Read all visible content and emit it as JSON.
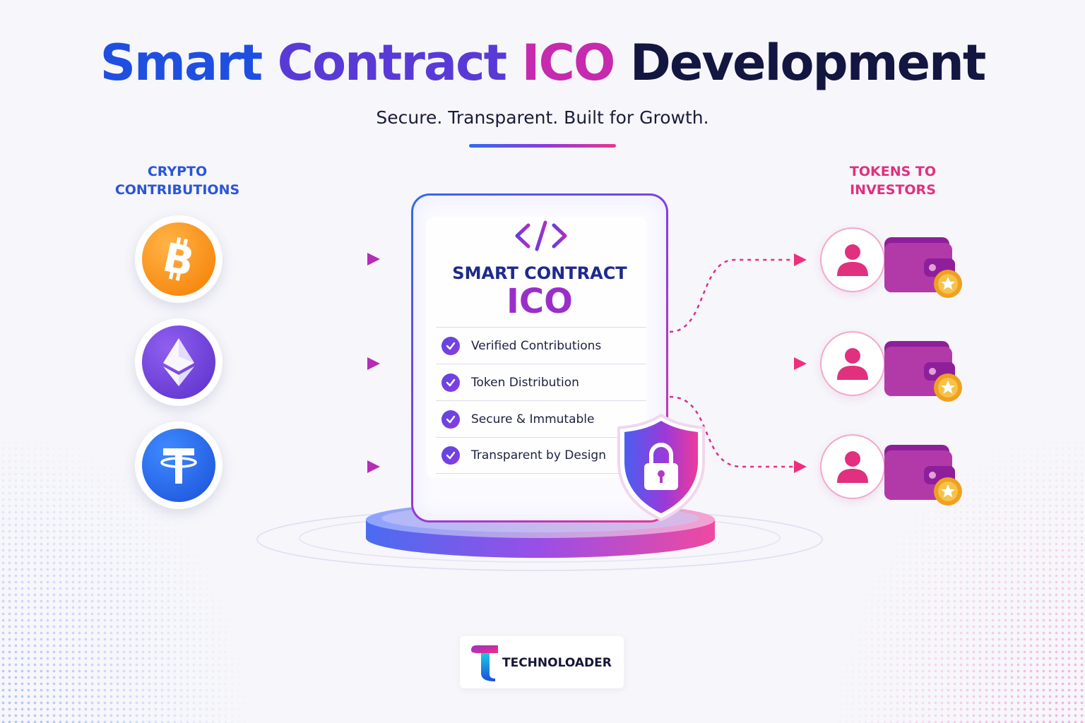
{
  "header": {
    "title_words": [
      "Smart",
      "Contract",
      "ICO",
      "Development"
    ],
    "subtitle": "Secure. Transparent. Built for Growth."
  },
  "left_column": {
    "label_lines": [
      "CRYPTO",
      "CONTRIBUTIONS"
    ],
    "coins": [
      {
        "icon": "bitcoin-icon",
        "color": "#f7931a"
      },
      {
        "icon": "ethereum-icon",
        "color": "#6a3be0"
      },
      {
        "icon": "tether-icon",
        "color": "#2563eb"
      }
    ]
  },
  "contract_card": {
    "icon": "code-icon",
    "title": "SMART CONTRACT",
    "subtitle": "ICO",
    "features": [
      "Verified Contributions",
      "Token Distribution",
      "Secure & Immutable",
      "Transparent by Design"
    ],
    "badge_icon": "shield-lock-icon"
  },
  "right_column": {
    "label_lines": [
      "TOKENS TO",
      "INVESTORS"
    ],
    "investors": [
      {
        "icon": "user-icon",
        "wallet_icon": "wallet-star-icon"
      },
      {
        "icon": "user-icon",
        "wallet_icon": "wallet-star-icon"
      },
      {
        "icon": "user-icon",
        "wallet_icon": "wallet-star-icon"
      }
    ]
  },
  "footer": {
    "logo_text": "TECHNOLOADER"
  },
  "colors": {
    "blue": "#1f4fe0",
    "purple": "#5a3ad6",
    "magenta": "#c62aae",
    "navy": "#121640",
    "pink": "#e0307e"
  }
}
